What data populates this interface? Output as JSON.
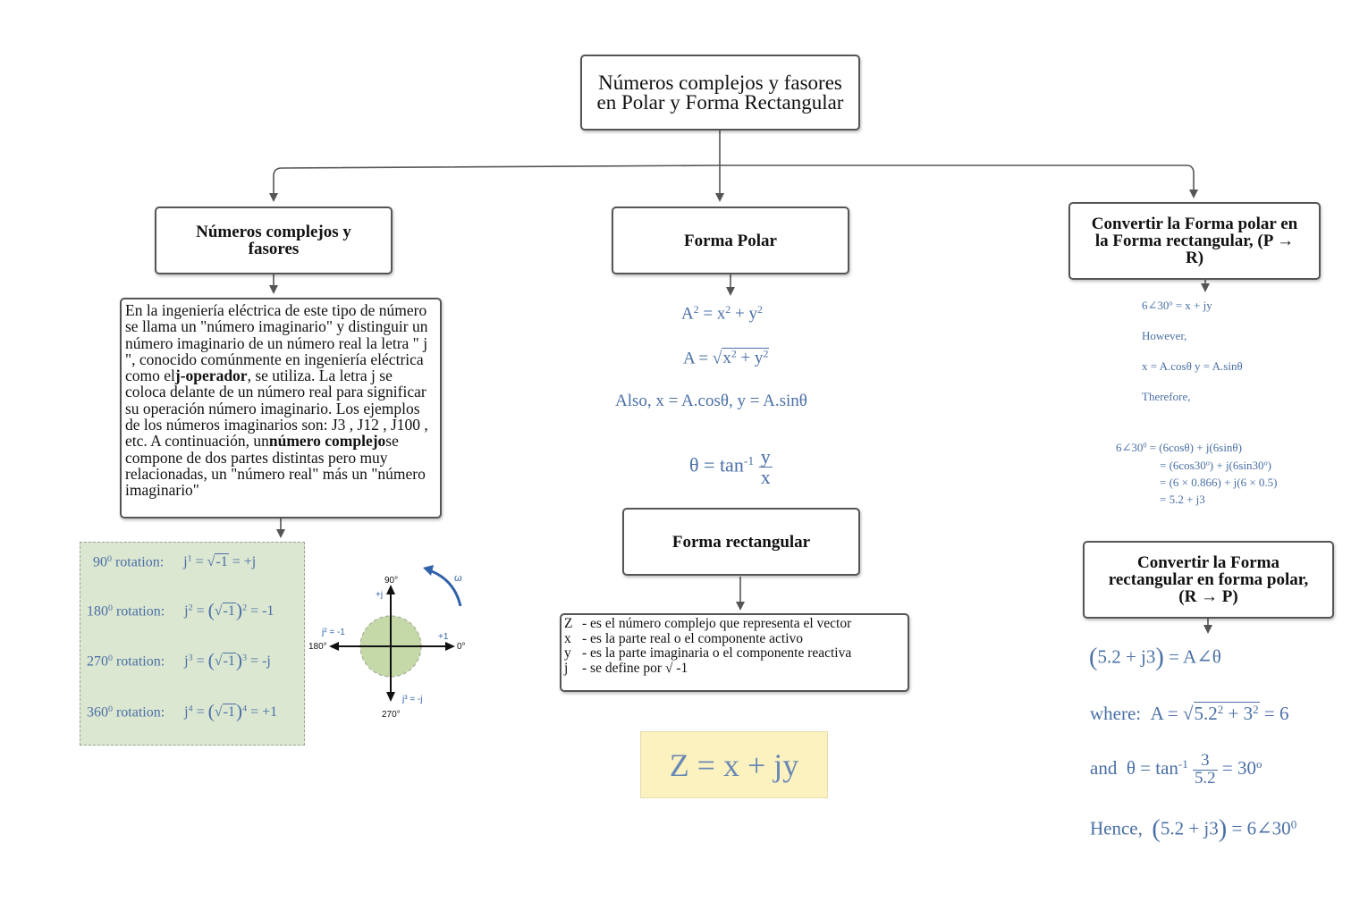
{
  "root": {
    "line1": "Números complejos y fasores",
    "line2": "en Polar y Forma Rectangular"
  },
  "nodes": {
    "complex": {
      "line1": "Números complejos y",
      "line2": "fasores"
    },
    "polar": {
      "title": "Forma Polar"
    },
    "rectangular": {
      "title": "Forma rectangular"
    },
    "p_to_r": {
      "line1": "Convertir la Forma polar en",
      "line2": "la Forma rectangular, (P →",
      "line3": "R)"
    },
    "r_to_p": {
      "line1": "Convertir la Forma",
      "line2": "rectangular en forma polar,",
      "line3": "(R → P)"
    }
  },
  "complex_text": {
    "part1": "En la ingeniería eléctrica de este tipo de número se llama un \"número imaginario\" y distinguir un número imaginario de un número real la letra \" j \", conocido comúnmente en ingeniería eléctrica como el",
    "bold1": "j-operador",
    "part2": ", se utiliza. La letra j se coloca delante de un número real para significar su operación número imaginario. Los ejemplos de los números imaginarios son: J3 , J12 , J100 , etc. A continuación, un",
    "bold2": "número complejo",
    "part3": "se compone de dos partes distintas pero muy relacionadas, un \"número real\" más un \"número imaginario\""
  },
  "rotations": [
    {
      "deg": "90",
      "label": "rotation:",
      "power": "1",
      "result": "= +j"
    },
    {
      "deg": "180",
      "label": "rotation:",
      "power": "2",
      "result": "= -1"
    },
    {
      "deg": "270",
      "label": "rotation:",
      "power": "3",
      "result": "= -j"
    },
    {
      "deg": "360",
      "label": "rotation:",
      "power": "4",
      "result": "= +1"
    }
  ],
  "axes_diagram": {
    "top": "90°",
    "top_axis": "+j",
    "left": "180°",
    "left_axis": "j² = -1",
    "right": "0°",
    "right_axis": "+1",
    "bottom": "270°",
    "bottom_axis": "j³ = -j",
    "omega": "ω"
  },
  "polar_formulas": {
    "f1": "A² = x² + y²",
    "f2": "A = √x² + y²",
    "f3": "Also,   x = A.cosθ,  y = A.sinθ",
    "f4": "θ = tan⁻¹ y/x"
  },
  "definitions": [
    {
      "sym": "Z",
      "text": "- es el número complejo que representa el vector"
    },
    {
      "sym": "x",
      "text": "- es la parte real o el componente activo"
    },
    {
      "sym": "y",
      "text": "- es la parte imaginaria o el componente reactiva"
    },
    {
      "sym": "j",
      "text": "- se define por √ -1"
    }
  ],
  "zformula": "Z = x + jy",
  "p_to_r_formulas": {
    "l1": "6∠30° = x + jy",
    "l2": "However,",
    "l3": "x = A.cosθ   y = A.sinθ",
    "l4": "Therefore,",
    "l5": "6∠30° = (6cosθ) + j(6sinθ)",
    "l6": "= (6cos30°) + j(6sin30°)",
    "l7": "= (6 × 0.866) + j(6 × 0.5)",
    "l8": "= 5.2 + j3"
  },
  "r_to_p_formulas": {
    "l1": "(5.2 + j3) = A∠θ",
    "l2_prefix": "where:",
    "l2": "A = √5.2² + 3² = 6",
    "l3_prefix": "and",
    "l3": "θ = tan⁻¹ 3/5.2 = 30°",
    "l4_prefix": "Hence,",
    "l4": "(5.2 + j3) = 6∠30°"
  },
  "colors": {
    "formula": "#4a6fa5",
    "rot_panel": "#dbe7d1",
    "zbox": "#fcf2c0",
    "circle": "#c5d9a8",
    "omega_arrow": "#2f62a8"
  }
}
